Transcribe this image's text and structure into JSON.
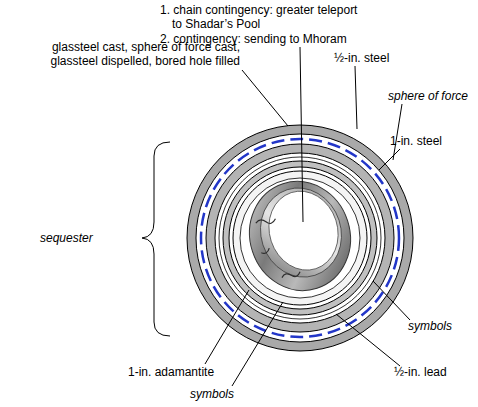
{
  "diagram": {
    "labels": [
      "1. chain contingency: greater teleport to Shadar’s Pool",
      "2. contingency: sending to Mhoram",
      "glassteel cast, sphere of force cast, glassteel dispelled, bored hole filled",
      "½-in. steel",
      "sphere of force",
      "1-in. steel",
      "sequester",
      "symbols",
      "1-in. adamantite",
      "½-in. lead",
      "symbols"
    ]
  }
}
